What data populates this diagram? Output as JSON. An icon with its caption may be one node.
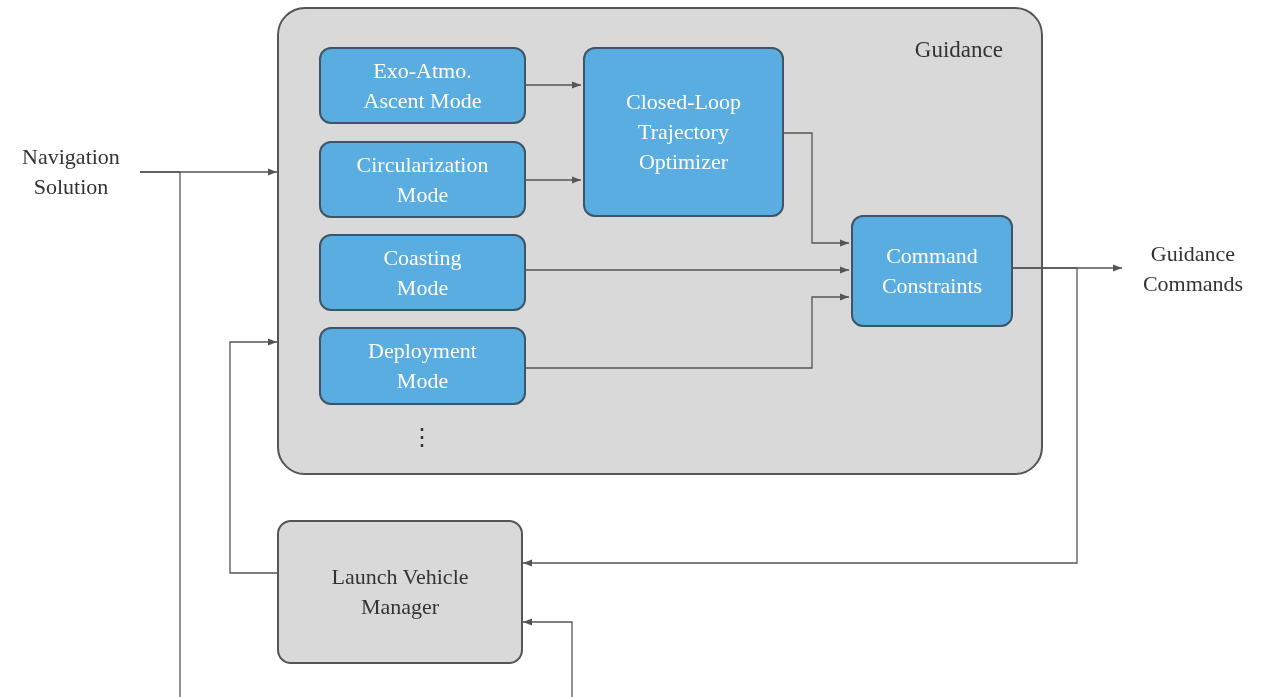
{
  "diagram": {
    "nodes": [
      {
        "text": [
          "Guidance"
        ]
      },
      {
        "text": [
          "Exo-Atmo. Ascent Mode"
        ],
        "in": 0
      },
      {
        "text": [
          "Circularization Mode"
        ],
        "in": 0
      },
      {
        "text": [
          "Coasting Mode"
        ],
        "in": 0
      },
      {
        "text": [
          "Deployment Mode"
        ],
        "in": 0
      },
      {
        "text": [
          "Closed-Loop Trajectory Optimizer"
        ],
        "in": 0
      },
      {
        "text": [
          "Command Constraints"
        ],
        "in": 0
      },
      {
        "text": [
          "Navigation Solution"
        ]
      },
      {
        "text": [
          "Guidance Commands"
        ]
      },
      {
        "text": [
          "Launch Vehicle Manager"
        ]
      }
    ],
    "edges": [
      {
        "from": 7,
        "to": 0,
        "arrow": "to"
      },
      {
        "from": 7,
        "to": null,
        "arrow": "none"
      },
      {
        "from": 1,
        "to": 5,
        "arrow": "to"
      },
      {
        "from": 2,
        "to": 5,
        "arrow": "to"
      },
      {
        "from": 5,
        "to": 6,
        "arrow": "to"
      },
      {
        "from": 3,
        "to": 6,
        "arrow": "to"
      },
      {
        "from": 4,
        "to": 6,
        "arrow": "to"
      },
      {
        "from": 6,
        "to": 8,
        "arrow": "to"
      },
      {
        "from": 6,
        "to": 9,
        "arrow": "to"
      },
      {
        "from": 9,
        "to": 0,
        "arrow": "to"
      },
      {
        "from": null,
        "to": 9,
        "arrow": "to"
      }
    ],
    "labels": [
      "⋮"
    ]
  }
}
